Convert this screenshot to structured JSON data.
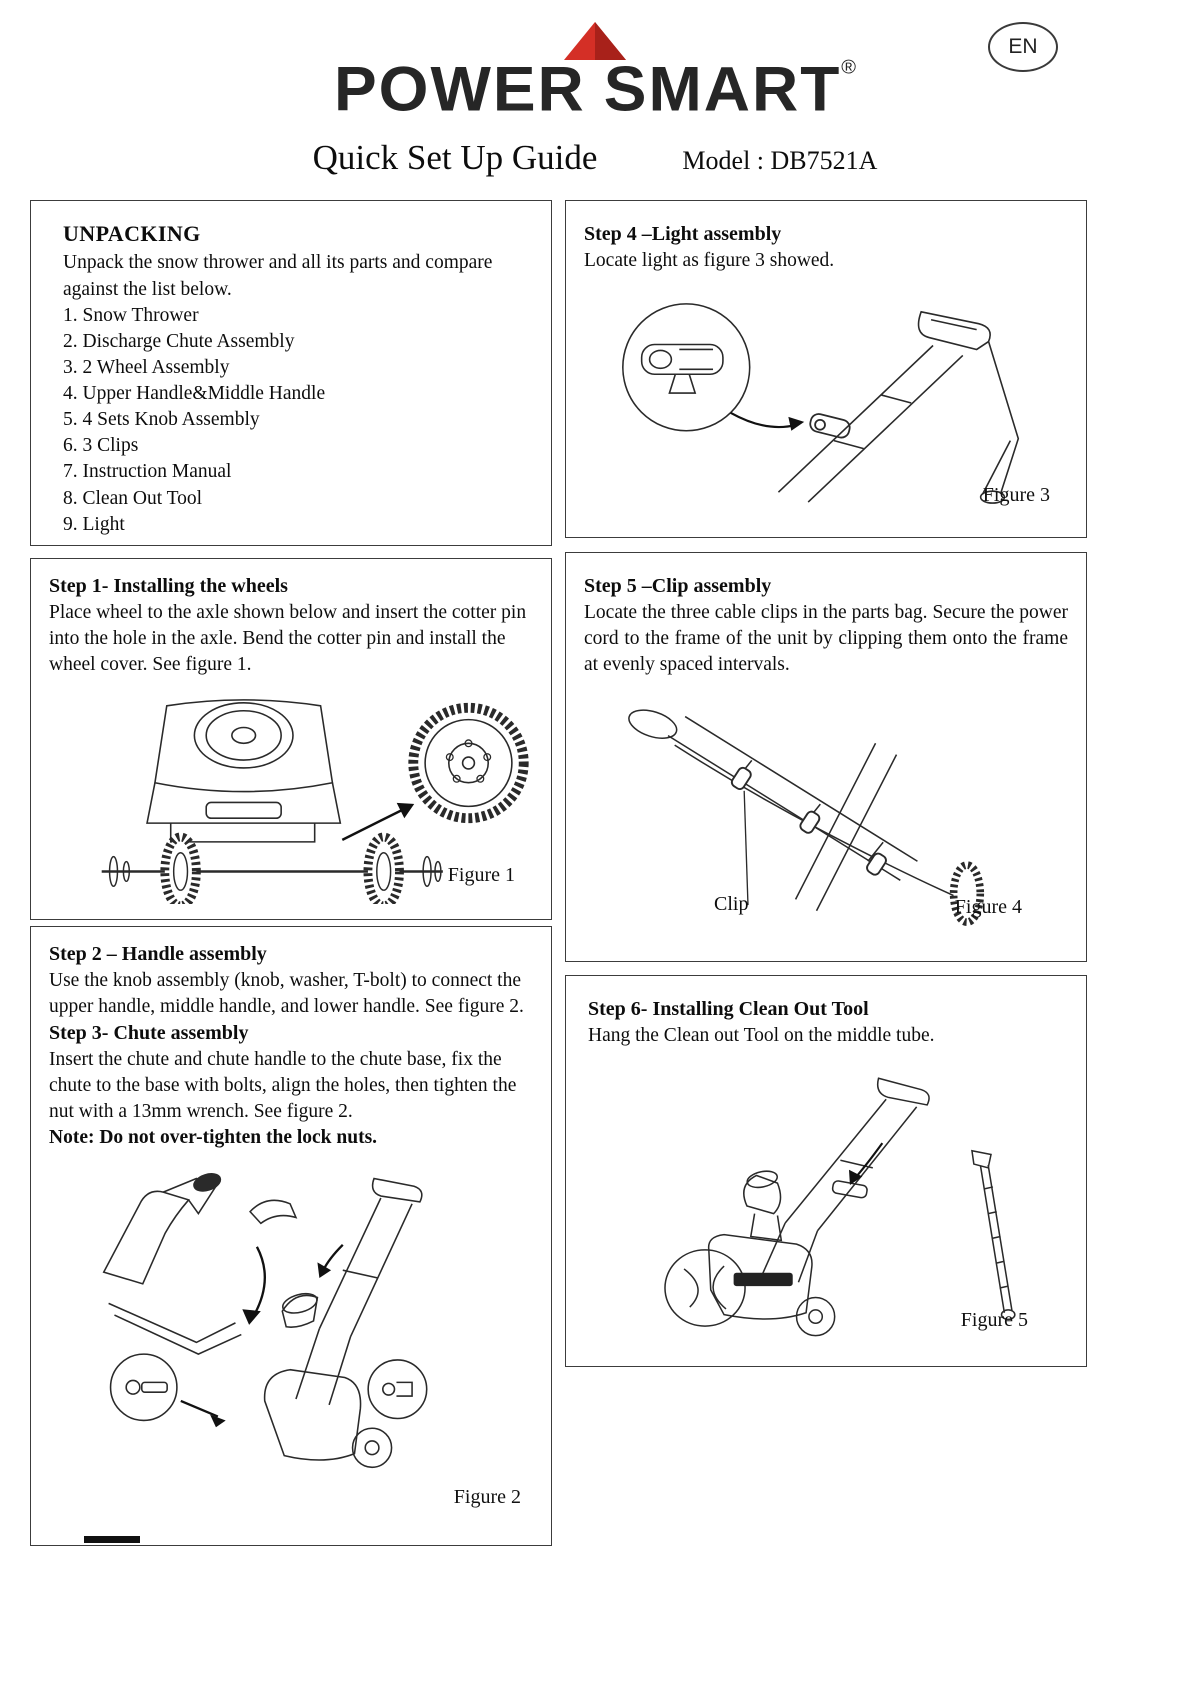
{
  "header": {
    "language_badge": "EN",
    "brand_word1": "POWER",
    "brand_word2": "SMART",
    "registered_mark": "®",
    "title": "Quick Set Up Guide",
    "model": "Model : DB7521A",
    "brand_accent_color": "#d42f26"
  },
  "unpacking": {
    "heading": "UNPACKING",
    "intro": "Unpack the snow thrower and all its parts and compare against the list below.",
    "items": [
      "1. Snow Thrower",
      "2. Discharge Chute Assembly",
      "3. 2 Wheel Assembly",
      "4. Upper Handle&Middle Handle",
      "5. 4 Sets Knob Assembly",
      "6. 3 Clips",
      "7. Instruction Manual",
      "8. Clean Out Tool",
      "9. Light"
    ]
  },
  "steps": {
    "step1": {
      "heading": "Step 1- Installing the wheels",
      "body": "Place wheel to the axle shown below and insert the cotter pin into the hole in the axle. Bend the cotter pin and install the wheel cover. See figure 1.",
      "figure_label": "Figure 1"
    },
    "step2": {
      "heading": "Step 2 – Handle assembly",
      "body": "Use the knob assembly (knob, washer,  T-bolt) to connect the upper handle, middle handle, and lower handle. See figure 2."
    },
    "step3": {
      "heading": "Step 3- Chute assembly",
      "body": "Insert the chute and chute handle to the chute base, fix the chute to the base with bolts, align the holes, then tighten the nut with a 13mm wrench. See figure 2.",
      "note": "Note: Do not over-tighten the lock nuts.",
      "figure_label": "Figure 2"
    },
    "step4": {
      "heading": "Step 4 –Light assembly",
      "body": "Locate light as figure 3 showed.",
      "figure_label": "Figure 3"
    },
    "step5": {
      "heading": "Step 5 –Clip assembly",
      "body": "Locate the three cable clips in the parts bag. Secure the power cord to the frame of the unit by clipping them onto the frame at evenly spaced intervals.",
      "clip_label": "Clip",
      "figure_label": "Figure 4"
    },
    "step6": {
      "heading": "Step 6- Installing Clean Out Tool",
      "body": "Hang the Clean out Tool on the middle tube.",
      "figure_label": "Figure 5"
    }
  }
}
